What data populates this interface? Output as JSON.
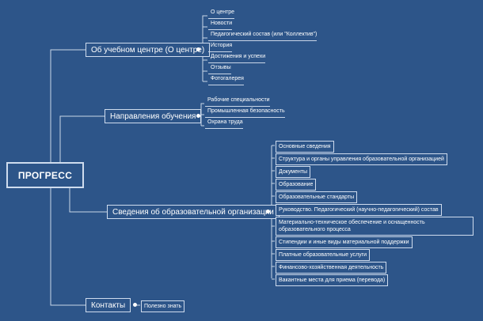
{
  "root": {
    "label": "ПРОГРЕСС"
  },
  "branches": [
    {
      "label": "Об учебном центре (О центре)",
      "children": [
        "О центре",
        "Новости",
        "Педагогический состав (или \"Коллектив\")",
        "История",
        "Достижения и успехи",
        "Отзывы",
        "Фотогалерея"
      ]
    },
    {
      "label": "Направления обучения",
      "children": [
        "Рабочие специальности",
        "Промышленная безопасность",
        "Охрана труда"
      ]
    },
    {
      "label": "Сведения об образовательной организации",
      "children": [
        "Основные сведения",
        "Структура и органы управления образовательной организацией",
        "Документы",
        "Образование",
        "Образовательные стандарты",
        "Руководство. Педагогический (научно-педагогический) состав",
        "Материально-техническое обеспечение и оснащенность образовательного процесса",
        "Стипендии и иные виды материальной поддержки",
        "Платные образовательные услуги",
        "Финансово-хозяйственная деятельность",
        "Вакантные места для приема (перевода)"
      ]
    },
    {
      "label": "Контакты",
      "children": [
        "Полезно знать"
      ]
    }
  ]
}
